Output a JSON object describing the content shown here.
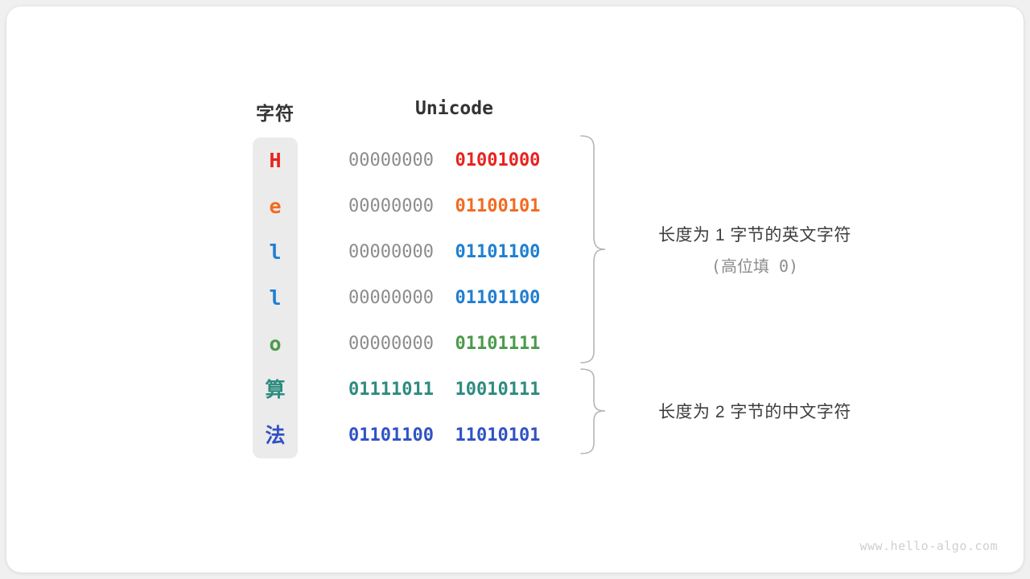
{
  "table": {
    "header_char": "字符",
    "header_unicode": "Unicode",
    "rows": [
      {
        "char": "H",
        "color": "#e8231e",
        "high_byte": "00000000",
        "low_byte": "01001000",
        "high_gray": true
      },
      {
        "char": "e",
        "color": "#f26a21",
        "high_byte": "00000000",
        "low_byte": "01100101",
        "high_gray": true
      },
      {
        "char": "l",
        "color": "#1f7fd0",
        "high_byte": "00000000",
        "low_byte": "01101100",
        "high_gray": true
      },
      {
        "char": "l",
        "color": "#1f7fd0",
        "high_byte": "00000000",
        "low_byte": "01101100",
        "high_gray": true
      },
      {
        "char": "o",
        "color": "#4c9a4c",
        "high_byte": "00000000",
        "low_byte": "01101111",
        "high_gray": true
      },
      {
        "char": "算",
        "color": "#2e8b7f",
        "high_byte": "01111011",
        "low_byte": "10010111",
        "high_gray": false
      },
      {
        "char": "法",
        "color": "#3052c4",
        "high_byte": "01101100",
        "low_byte": "11010101",
        "high_gray": false
      }
    ]
  },
  "annotations": {
    "ascii": {
      "main": "长度为 1 字节的英文字符",
      "sub": "(高位填 0)"
    },
    "cjk": {
      "main": "长度为 2 字节的中文字符"
    }
  },
  "watermark": "www.hello-algo.com",
  "colors": {
    "background": "#f0f0f0",
    "card": "#ffffff",
    "pill": "#ebebeb",
    "heading": "#333333",
    "gray_bits": "#8c8c8c",
    "brace": "#b5b5b5",
    "annotation": "#3d3d3d",
    "annotation_sub": "#8c8c8c",
    "watermark": "#cfcfcf"
  }
}
